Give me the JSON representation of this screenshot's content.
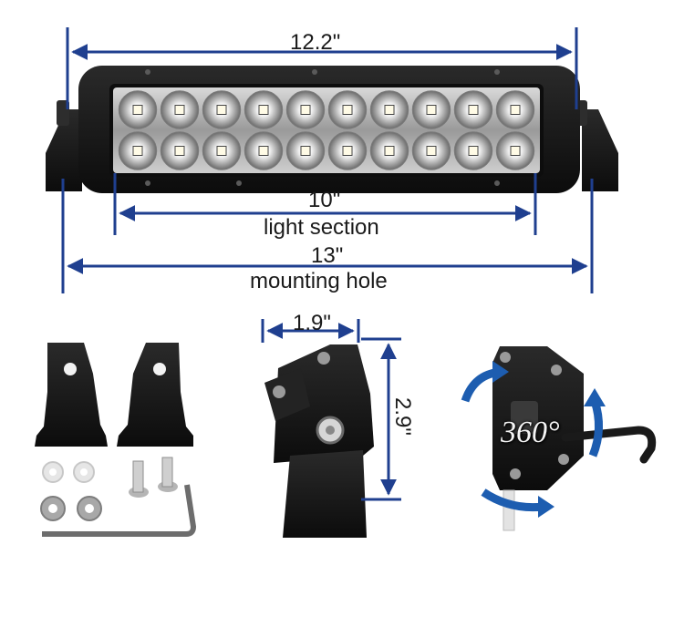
{
  "dimensions": {
    "overall_length": "12.2\"",
    "light_section_length": "10\"",
    "light_section_label": "light section",
    "mounting_hole_length": "13\"",
    "mounting_hole_label": "mounting hole",
    "depth": "1.9\"",
    "height": "2.9\"",
    "rotation": "360°"
  },
  "colors": {
    "arrow": "#1f3f8f",
    "housing": "#151515",
    "bracket": "#1a1a1a",
    "rotate_arrow": "#1d5db0",
    "text": "#1a1a1a"
  },
  "leds": {
    "columns": 10,
    "rows": 2
  },
  "icons": [
    "light-bar-image",
    "mounting-bracket-left-icon",
    "mounting-bracket-right-icon",
    "washer-icon",
    "bolt-icon",
    "hex-key-icon",
    "side-profile-image",
    "rotation-view-image",
    "rotate-arrow-icon"
  ]
}
